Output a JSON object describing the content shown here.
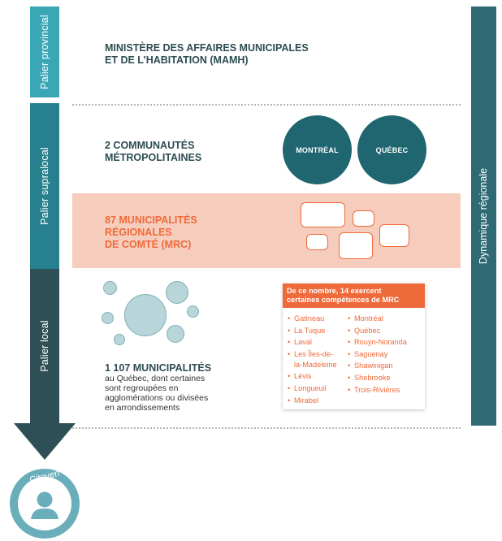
{
  "left_bar": {
    "provincial": "Palier provincial",
    "supralocal": "Palier supralocal",
    "local": "Palier local"
  },
  "right_bar": {
    "label": "Dynamique régionale"
  },
  "provincial": {
    "line1": "MINISTÈRE DES AFFAIRES MUNICIPALES",
    "line2": "ET DE L’HABITATION (MAMH)"
  },
  "metro": {
    "line1": "2 COMMUNAUTÉS",
    "line2": "MÉTROPOLITAINES",
    "circles": [
      "MONTRÉAL",
      "QUÉBEC"
    ]
  },
  "mrc": {
    "line1": "87 MUNICIPALITÉS",
    "line2": "RÉGIONALES",
    "line3": "DE COMTÉ (MRC)"
  },
  "municipalities": {
    "title": "1 107 MUNICIPALITÉS",
    "desc1": "au Québec, dont certaines",
    "desc2": "sont regroupées en",
    "desc3": "agglomérations ou divisées",
    "desc4": "en arrondissements"
  },
  "mrc_list": {
    "header1": "De ce nombre, 14 exercent",
    "header2": "certaines compétences de MRC",
    "left": [
      "Gatineau",
      "La Tuque",
      "Laval",
      "Les Îles-de-",
      "Lévis",
      "Longueuil",
      "Mirabel"
    ],
    "left_continuation": "la-Madeleine",
    "right": [
      "Montréal",
      "Québec",
      "Rouyn-Noranda",
      "Saguenay",
      "Shawinigan",
      "Shebrooke",
      "Trois-Rivières"
    ]
  },
  "citizen": {
    "label": "Citoyen"
  },
  "colors": {
    "teal_light": "#3aa7b7",
    "teal_mid": "#27808e",
    "teal_dark": "#2d4f55",
    "orange": "#ef6a3a",
    "peach": "#f6cdbc"
  }
}
